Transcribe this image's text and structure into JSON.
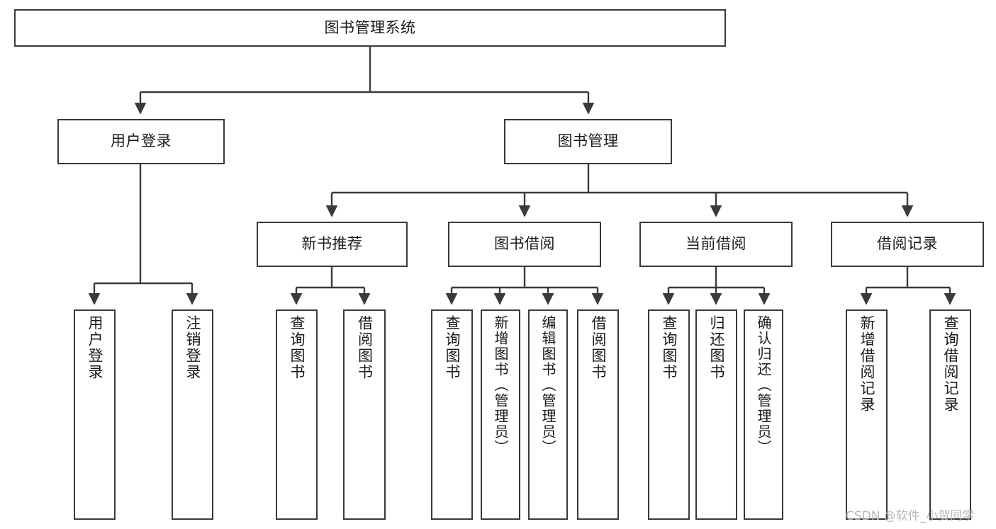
{
  "diagram": {
    "title": "图书管理系统",
    "type": "function-structure-tree",
    "watermark": "CSDN @软件_小贺同学",
    "colors": {
      "stroke": "#3a3a3a",
      "fill": "#ffffff",
      "text": "#1a1a1a",
      "watermark": "#b9b9b9"
    },
    "root": {
      "label": "图书管理系统"
    },
    "level2": [
      {
        "label": "用户登录"
      },
      {
        "label": "图书管理"
      }
    ],
    "level3": [
      {
        "label": "新书推荐"
      },
      {
        "label": "图书借阅"
      },
      {
        "label": "当前借阅"
      },
      {
        "label": "借阅记录"
      }
    ],
    "leaves": [
      {
        "label": "用户登录"
      },
      {
        "label": "注销登录"
      },
      {
        "label": "查询图书"
      },
      {
        "label": "借阅图书"
      },
      {
        "label": "查询图书"
      },
      {
        "label": "新增图书（管理员）"
      },
      {
        "label": "编辑图书（管理员）"
      },
      {
        "label": "借阅图书"
      },
      {
        "label": "查询图书"
      },
      {
        "label": "归还图书"
      },
      {
        "label": "确认归还（管理员）"
      },
      {
        "label": "新增借阅记录"
      },
      {
        "label": "查询借阅记录"
      }
    ]
  }
}
